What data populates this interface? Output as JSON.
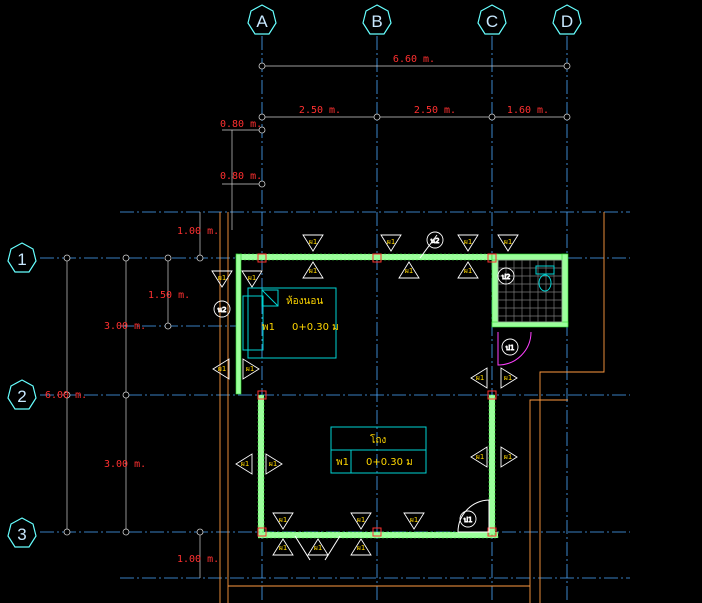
{
  "grid": {
    "columns": [
      "A",
      "B",
      "C",
      "D"
    ],
    "rows": [
      "1",
      "2",
      "3"
    ]
  },
  "dimensions": {
    "overall_width": "6.60 m.",
    "bay_ab": "2.50 m.",
    "bay_bc": "2.50 m.",
    "bay_cd": "1.60 m.",
    "offset_1": "0.80 m.",
    "offset_2": "0.80 m.",
    "overhang_top": "1.00 m.",
    "overhang_bottom": "1.00 m.",
    "span_small": "1.50 m.",
    "span_12": "3.00 m.",
    "span_23": "3.00 m.",
    "overall_depth": "6.00 m."
  },
  "rooms": {
    "bedroom_name": "ห้องนอน",
    "bedroom_tag": "พ1",
    "bedroom_level": "0+0.30 ม",
    "hall_name": "โถง",
    "hall_tag": "พ1",
    "hall_level": "0+0.30 ม"
  },
  "tags": {
    "wall_tag": "ผ1",
    "window_tag": "น2",
    "door_tag": "ป1",
    "door_tag_2": "ป2"
  },
  "colors": {
    "background": "#000000",
    "grid_line": "#4aa8ff",
    "grid_bubble": "#66ffff",
    "dimension_text": "#ff3030",
    "wall_fill": "#9cff9c",
    "furniture": "#00d4d4",
    "tag_text": "#ffd700"
  }
}
